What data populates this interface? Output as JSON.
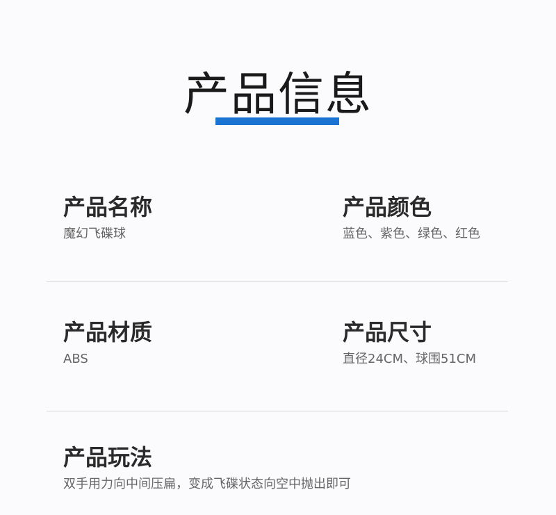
{
  "title": "产品信息",
  "colors": {
    "accent_bar": "#1a73d0",
    "divider": "#d6d6d8"
  },
  "items": [
    {
      "label": "产品名称",
      "value": "魔幻飞碟球"
    },
    {
      "label": "产品颜色",
      "value": "蓝色、紫色、绿色、红色"
    },
    {
      "label": "产品材质",
      "value": "ABS"
    },
    {
      "label": "产品尺寸",
      "value": "直径24CM、球围51CM"
    },
    {
      "label": "产品玩法",
      "value": "双手用力向中间压扁，变成飞碟状态向空中抛出即可"
    }
  ]
}
